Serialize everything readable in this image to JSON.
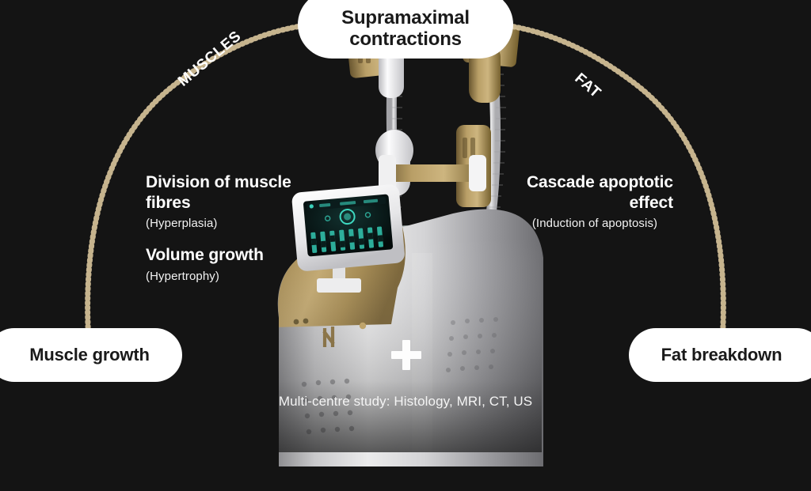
{
  "background_color": "#141414",
  "accent_color": "#d6c29a",
  "pill_color": "#ffffff",
  "text_color": "#ffffff",
  "top_pill": {
    "line1": "Supramaximal",
    "line2": "contractions"
  },
  "left_pill": {
    "label": "Muscle growth"
  },
  "right_pill": {
    "label": "Fat breakdown"
  },
  "curve_labels": {
    "left": "MUSCLES",
    "right": "FAT"
  },
  "left_effects": [
    {
      "title": "Division of muscle fibres",
      "subtitle": "(Hyperplasia)"
    },
    {
      "title": "Volume growth",
      "subtitle": "(Hypertrophy)"
    }
  ],
  "right_effects": [
    {
      "title": "Cascade apoptotic effect",
      "subtitle": "(Induction of apoptosis)"
    }
  ],
  "caption": "Multi-centre study: Histology, MRI, CT, US",
  "center_symbol": "plus-sign",
  "device": {
    "type": "body-contouring-machine",
    "screen_label": "touchscreen-control-panel",
    "body_colors": {
      "gold_panel": "#a98b52",
      "shell_light": "#e9e9ea",
      "shell_shadow": "#3a3a3c"
    },
    "applicator_count": 2
  }
}
